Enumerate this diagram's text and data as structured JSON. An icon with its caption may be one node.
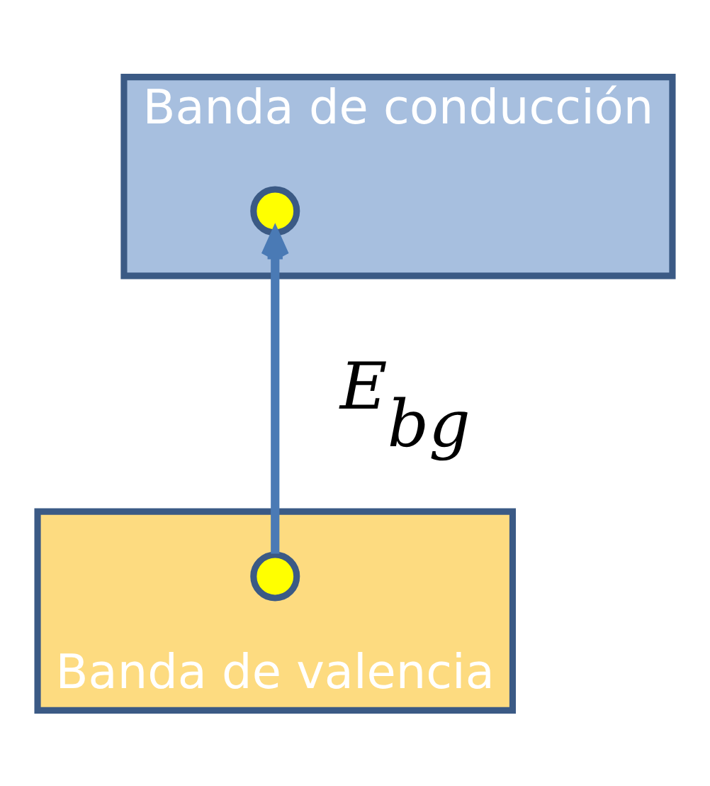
{
  "diagram": {
    "nodes": [
      {
        "text": [
          "Banda de conducción"
        ]
      },
      {
        "text": [],
        "shape": "circle",
        "in": 0
      },
      {
        "text": [
          "Banda de valencia"
        ]
      },
      {
        "text": [],
        "shape": "circle",
        "in": 2
      }
    ],
    "edges": [
      {
        "from": 3,
        "to": 1,
        "arrow": "to",
        "label": "*E*$_{bg}$"
      }
    ]
  }
}
